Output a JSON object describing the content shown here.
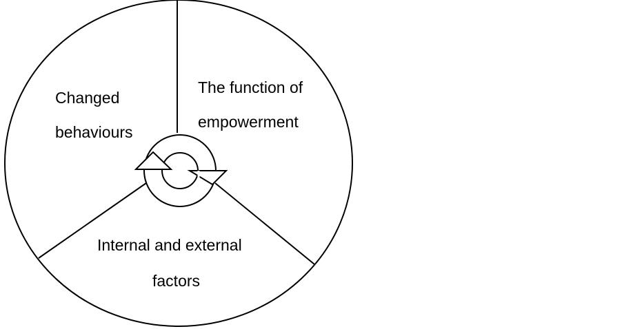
{
  "diagram": {
    "segments": [
      {
        "lines": [
          "Changed",
          "behaviours"
        ]
      },
      {
        "lines": [
          "The function of",
          "empowerment"
        ]
      },
      {
        "lines": [
          "Internal and external",
          "factors"
        ]
      }
    ],
    "center_icon": "cycle-arrows-icon",
    "colors": {
      "stroke": "#000000",
      "fill": "#ffffff",
      "text": "#000000"
    }
  }
}
